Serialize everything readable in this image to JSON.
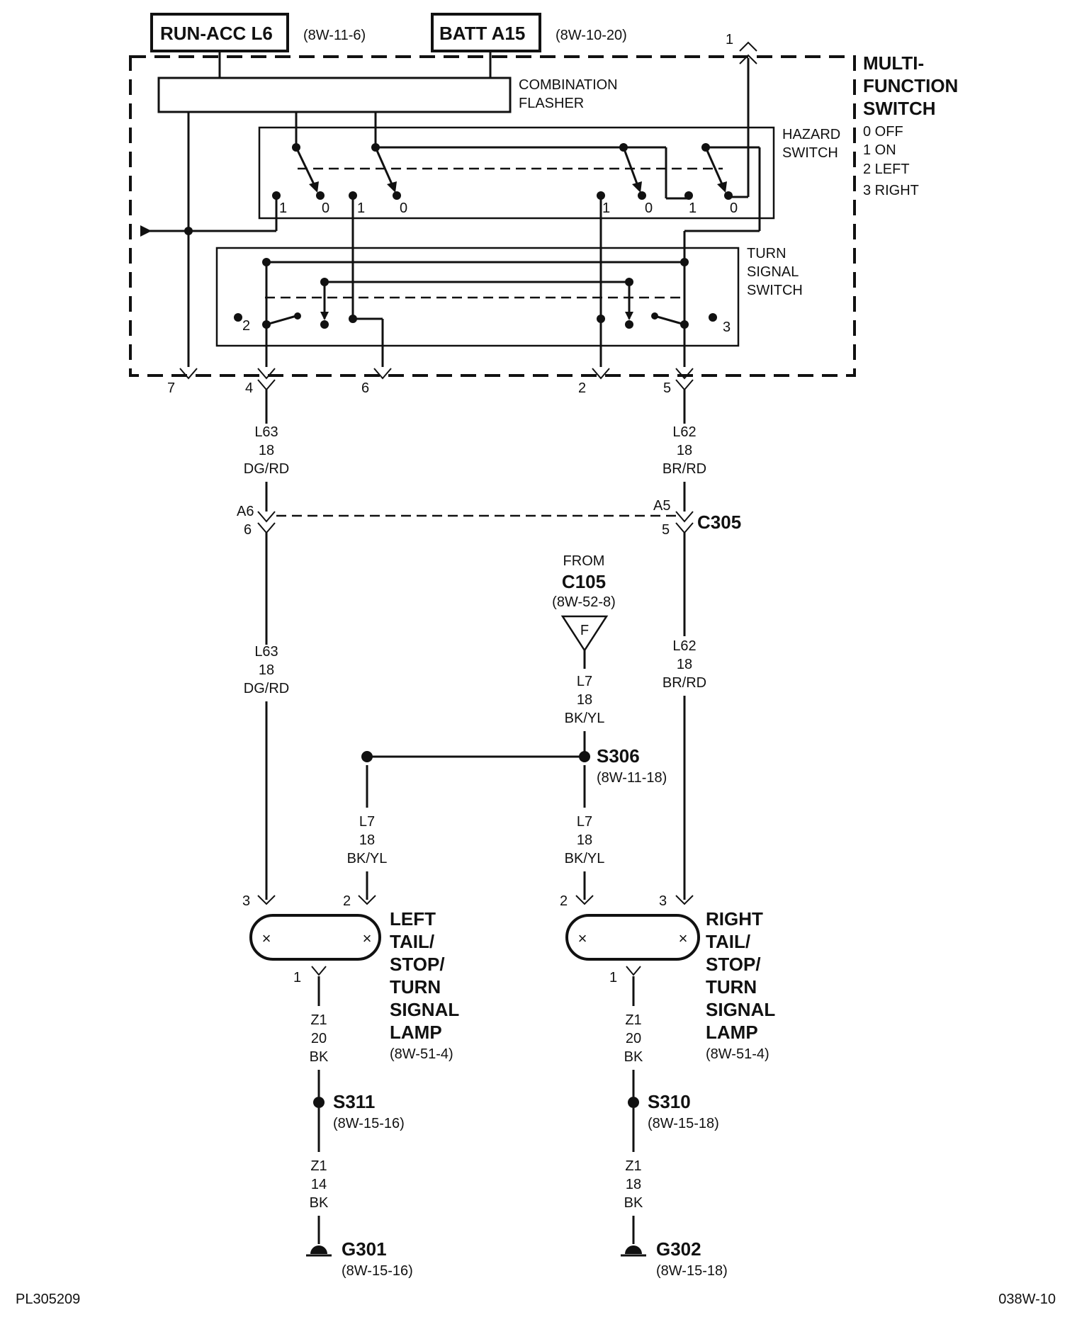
{
  "sources": {
    "run_acc": {
      "label": "RUN-ACC L6",
      "ref": "(8W-11-6)"
    },
    "batt": {
      "label": "BATT A15",
      "ref": "(8W-10-20)"
    }
  },
  "mfs": {
    "title_1": "MULTI-",
    "title_2": "FUNCTION",
    "title_3": "SWITCH",
    "positions": [
      "0 OFF",
      "1 ON",
      "2 LEFT",
      "3 RIGHT"
    ],
    "flasher_1": "COMBINATION",
    "flasher_2": "FLASHER",
    "hazard_1": "HAZARD",
    "hazard_2": "SWITCH",
    "turn_1": "TURN",
    "turn_2": "SIGNAL",
    "turn_3": "SWITCH",
    "top_pin": "1",
    "pin_labels": [
      "1",
      "0",
      "1",
      "0",
      "1",
      "0",
      "1",
      "0"
    ],
    "turn_pin_2": "2",
    "turn_pin_3": "3",
    "bottom_pins": [
      "7",
      "4",
      "6",
      "2",
      "5"
    ]
  },
  "wires": {
    "l63_upper": [
      "L63",
      "18",
      "DG/RD"
    ],
    "l62_upper": [
      "L62",
      "18",
      "BR/RD"
    ],
    "l63_lower": [
      "L63",
      "18",
      "DG/RD"
    ],
    "l62_lower": [
      "L62",
      "18",
      "BR/RD"
    ],
    "l7_from": [
      "L7",
      "18",
      "BK/YL"
    ],
    "l7_left": [
      "L7",
      "18",
      "BK/YL"
    ],
    "l7_right": [
      "L7",
      "18",
      "BK/YL"
    ],
    "z1_left_upper": [
      "Z1",
      "20",
      "BK"
    ],
    "z1_right_upper": [
      "Z1",
      "20",
      "BK"
    ],
    "z1_left_lower": [
      "Z1",
      "14",
      "BK"
    ],
    "z1_right_lower": [
      "Z1",
      "18",
      "BK"
    ]
  },
  "connector": {
    "name": "C305",
    "a6": "A6",
    "pin6": "6",
    "a5": "A5",
    "pin5": "5"
  },
  "from": {
    "label": "FROM",
    "name": "C105",
    "ref": "(8W-52-8)",
    "tri": "F"
  },
  "splices": {
    "s306": {
      "name": "S306",
      "ref": "(8W-11-18)"
    },
    "s311": {
      "name": "S311",
      "ref": "(8W-15-16)"
    },
    "s310": {
      "name": "S310",
      "ref": "(8W-15-18)"
    }
  },
  "grounds": {
    "g301": {
      "name": "G301",
      "ref": "(8W-15-16)"
    },
    "g302": {
      "name": "G302",
      "ref": "(8W-15-18)"
    }
  },
  "lamps": {
    "left": {
      "lines": [
        "LEFT",
        "TAIL/",
        "STOP/",
        "TURN",
        "SIGNAL",
        "LAMP"
      ],
      "ref": "(8W-51-4)",
      "pin3": "3",
      "pin2": "2",
      "pin1": "1"
    },
    "right": {
      "lines": [
        "RIGHT",
        "TAIL/",
        "STOP/",
        "TURN",
        "SIGNAL",
        "LAMP"
      ],
      "ref": "(8W-51-4)",
      "pin2": "2",
      "pin3": "3",
      "pin1": "1"
    }
  },
  "footer": {
    "left_code": "PL305209",
    "right_code": "038W-10"
  }
}
